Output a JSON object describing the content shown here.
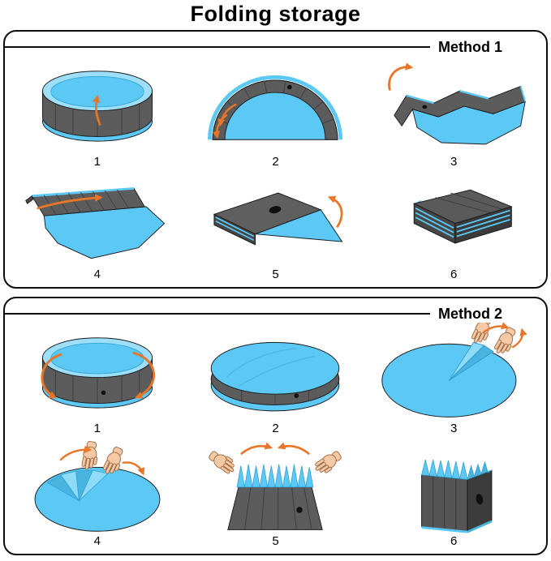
{
  "title": "Folding storage",
  "colors": {
    "pool_blue": "#5bc8f5",
    "pool_blue_light": "#9ddff8",
    "pool_blue_dark": "#49b4e0",
    "wall_gray": "#5c5c5c",
    "wall_gray_dark": "#3a3a3a",
    "arrow_orange": "#e8762a",
    "outline": "#1a1a1a",
    "hand_skin": "#f5c9a6",
    "background": "#ffffff"
  },
  "methods": [
    {
      "label": "Method 1",
      "steps": [
        {
          "number": "1",
          "illustration": "open-pool-fold-up-arrow"
        },
        {
          "number": "2",
          "illustration": "pool-folded-in-half-arch"
        },
        {
          "number": "3",
          "illustration": "arch-folded-again"
        },
        {
          "number": "4",
          "illustration": "folded-strip-roll-arrow"
        },
        {
          "number": "5",
          "illustration": "flat-wedge-last-fold"
        },
        {
          "number": "6",
          "illustration": "compact-folded-packet"
        }
      ]
    },
    {
      "label": "Method 2",
      "steps": [
        {
          "number": "1",
          "illustration": "open-pool-fold-walls-down"
        },
        {
          "number": "2",
          "illustration": "flattened-round-disc"
        },
        {
          "number": "3",
          "illustration": "hands-pinching-pleat"
        },
        {
          "number": "4",
          "illustration": "hands-fan-folding"
        },
        {
          "number": "5",
          "illustration": "hands-accordion-folding"
        },
        {
          "number": "6",
          "illustration": "accordion-folded-bundle"
        }
      ]
    }
  ]
}
